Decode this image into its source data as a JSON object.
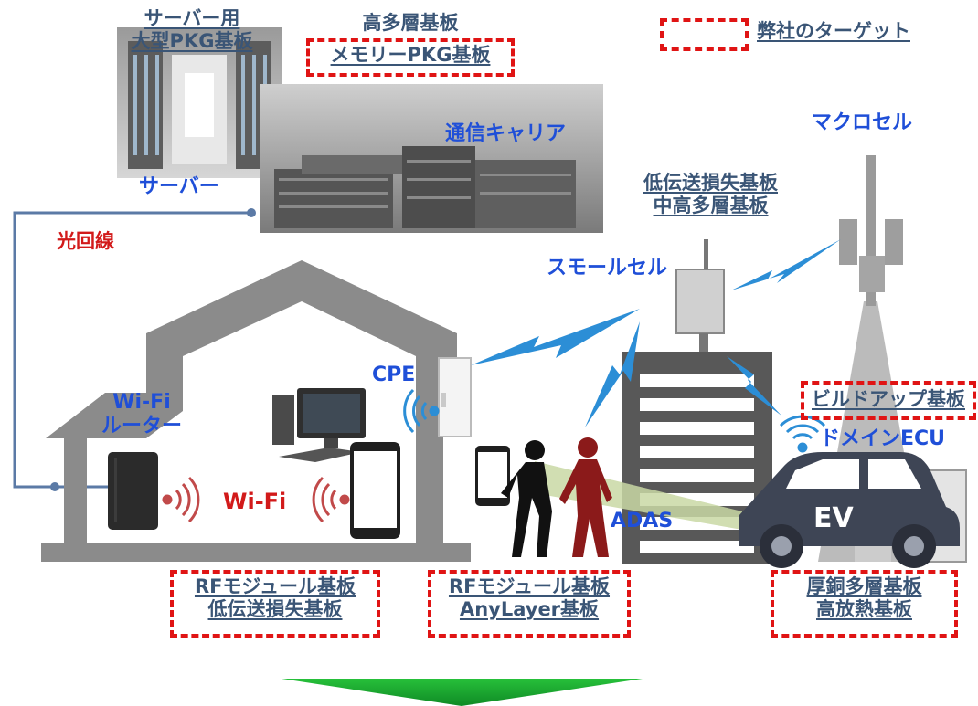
{
  "diagram": {
    "legend": {
      "label": "弊社のターゲット"
    },
    "server": {
      "board_line1": "サーバー用",
      "board_line2": "大型PKG基板",
      "label": "サーバー"
    },
    "multilayer": {
      "line1": "高多層基板",
      "line2": "メモリーPKG基板"
    },
    "carrier": {
      "label": "通信キャリア"
    },
    "macro_cell": {
      "label": "マクロセル"
    },
    "low_loss": {
      "line1": "低伝送損失基板",
      "line2": "中高多層基板"
    },
    "small_cell": {
      "label": "スモールセル"
    },
    "fiber": {
      "label": "光回線"
    },
    "cpe": {
      "label": "CPE"
    },
    "router": {
      "line1": "Wi-Fi",
      "line2": "ルーター"
    },
    "wifi": {
      "label": "Wi-Fi"
    },
    "buildup": {
      "label": "ビルドアップ基板"
    },
    "domain_ecu": {
      "label": "ドメインECU"
    },
    "adas": {
      "label": "ADAS"
    },
    "ev": {
      "label": "EV"
    },
    "rf_home": {
      "line1": "RFモジュール基板",
      "line2": "低伝送損失基板"
    },
    "rf_mobile": {
      "line1": "RFモジュール基板",
      "line2": "AnyLayer基板"
    },
    "auto": {
      "line1": "厚銅多層基板",
      "line2": "高放熱基板"
    }
  }
}
